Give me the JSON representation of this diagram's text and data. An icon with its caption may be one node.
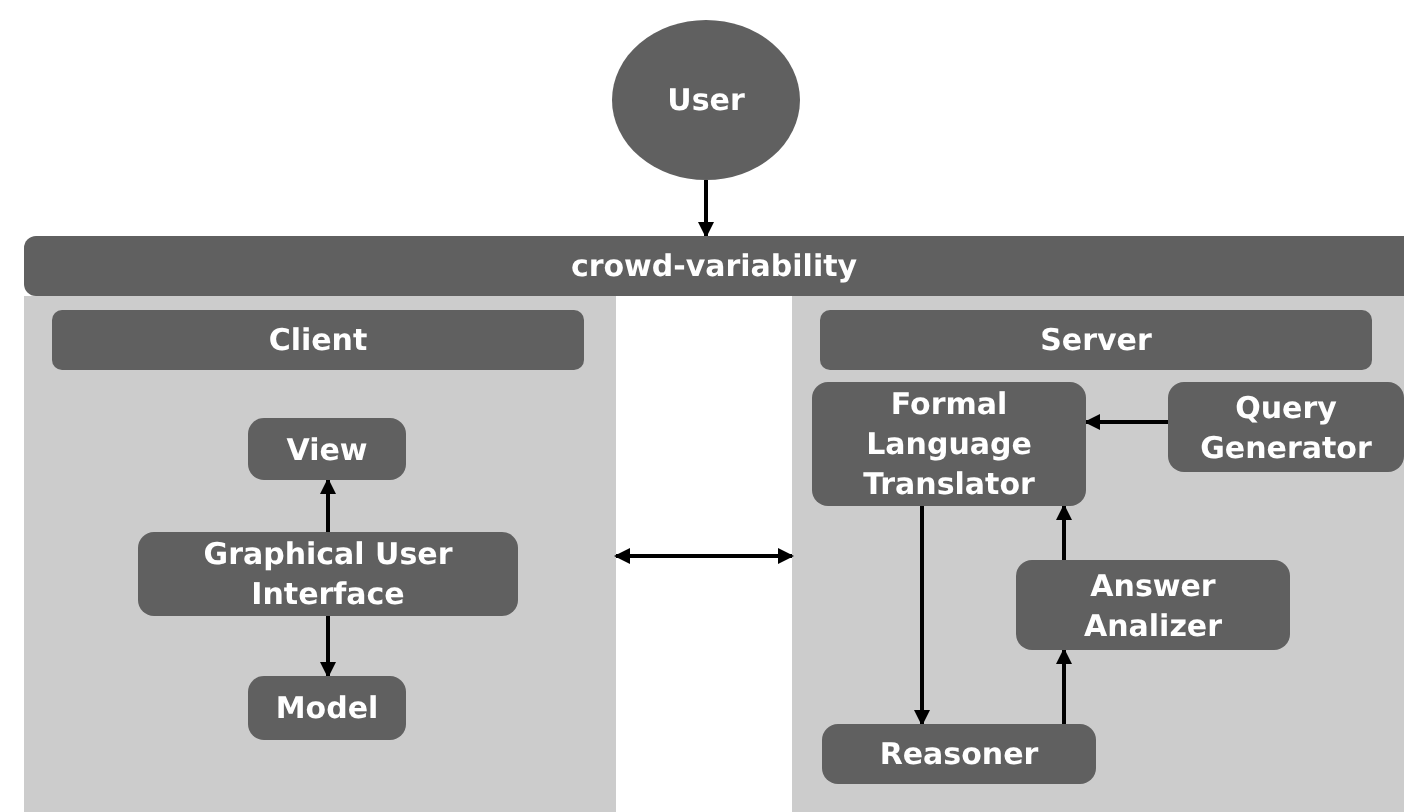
{
  "diagram": {
    "nodes": [
      {
        "text": [
          "User"
        ]
      },
      {
        "text": [
          "crowd-variability"
        ]
      },
      {
        "text": [
          "Client"
        ]
      },
      {
        "text": [
          "View"
        ],
        "in": 2
      },
      {
        "text": [
          "Graphical User Interface"
        ],
        "in": 2
      },
      {
        "text": [
          "Model"
        ],
        "in": 2
      },
      {
        "text": [
          "Server"
        ]
      },
      {
        "text": [
          "Formal Language Translator"
        ],
        "in": 6
      },
      {
        "text": [
          "Query Generator"
        ],
        "in": 6
      },
      {
        "text": [
          "Answer Analizer"
        ],
        "in": 6
      },
      {
        "text": [
          "Reasoner"
        ],
        "in": 6
      }
    ],
    "edges": [
      {
        "from": 0,
        "to": 1,
        "arrow": "to"
      },
      {
        "from": 4,
        "to": 3,
        "arrow": "to"
      },
      {
        "from": 4,
        "to": 5,
        "arrow": "to"
      },
      {
        "from": 2,
        "to": 6,
        "arrow": "both"
      },
      {
        "from": 8,
        "to": 7,
        "arrow": "to"
      },
      {
        "from": 7,
        "to": 10,
        "arrow": "to"
      },
      {
        "from": 10,
        "to": 9,
        "arrow": "to"
      },
      {
        "from": 9,
        "to": 7,
        "arrow": "to"
      }
    ]
  }
}
